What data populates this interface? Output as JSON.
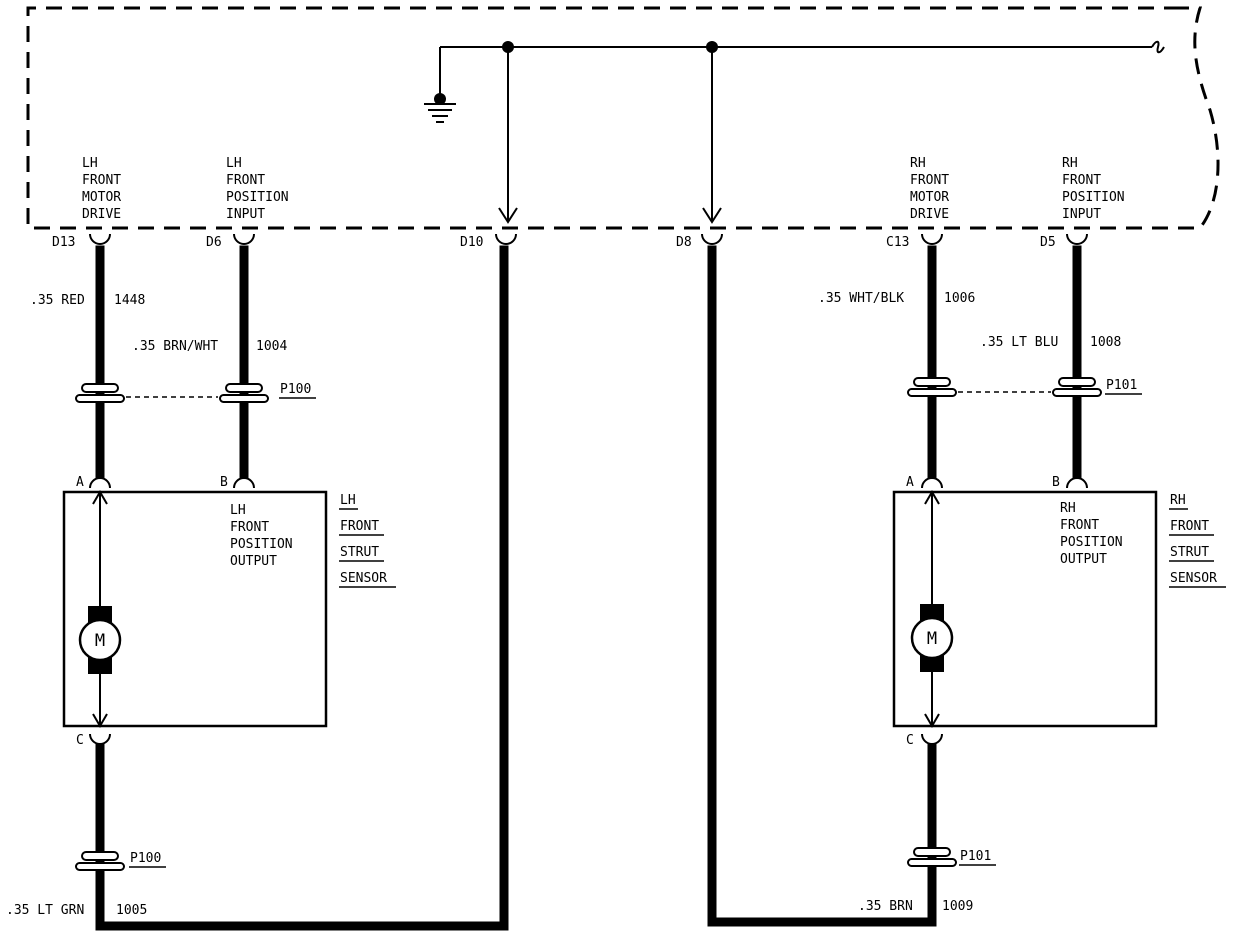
{
  "module_pins": [
    {
      "id": "D13",
      "desc": [
        "LH",
        "FRONT",
        "MOTOR",
        "DRIVE"
      ]
    },
    {
      "id": "D6",
      "desc": [
        "LH",
        "FRONT",
        "POSITION",
        "INPUT"
      ]
    },
    {
      "id": "D10",
      "desc": []
    },
    {
      "id": "D8",
      "desc": []
    },
    {
      "id": "C13",
      "desc": [
        "RH",
        "FRONT",
        "MOTOR",
        "DRIVE"
      ]
    },
    {
      "id": "D5",
      "desc": [
        "RH",
        "FRONT",
        "POSITION",
        "INPUT"
      ]
    }
  ],
  "wires": {
    "lh_motor": {
      "label": ".35 RED",
      "circuit": "1448"
    },
    "lh_position": {
      "label": ".35 BRN/WHT",
      "circuit": "1004"
    },
    "lh_return": {
      "label": ".35 LT GRN",
      "circuit": "1005"
    },
    "rh_motor": {
      "label": ".35 WHT/BLK",
      "circuit": "1006"
    },
    "rh_position": {
      "label": ".35 LT BLU",
      "circuit": "1008"
    },
    "rh_return": {
      "label": ".35 BRN",
      "circuit": "1009"
    }
  },
  "connectors": {
    "lh_upper": "P100",
    "lh_lower": "P100",
    "rh_upper": "P101",
    "rh_lower": "P101"
  },
  "sensors": {
    "lh": {
      "pins": [
        "A",
        "B",
        "C"
      ],
      "name": [
        "LH",
        "FRONT",
        "STRUT",
        "SENSOR"
      ],
      "output": [
        "LH",
        "FRONT",
        "POSITION",
        "OUTPUT"
      ],
      "motor": "M"
    },
    "rh": {
      "pins": [
        "A",
        "B",
        "C"
      ],
      "name": [
        "RH",
        "FRONT",
        "STRUT",
        "SENSOR"
      ],
      "output": [
        "RH",
        "FRONT",
        "POSITION",
        "OUTPUT"
      ],
      "motor": "M"
    }
  }
}
